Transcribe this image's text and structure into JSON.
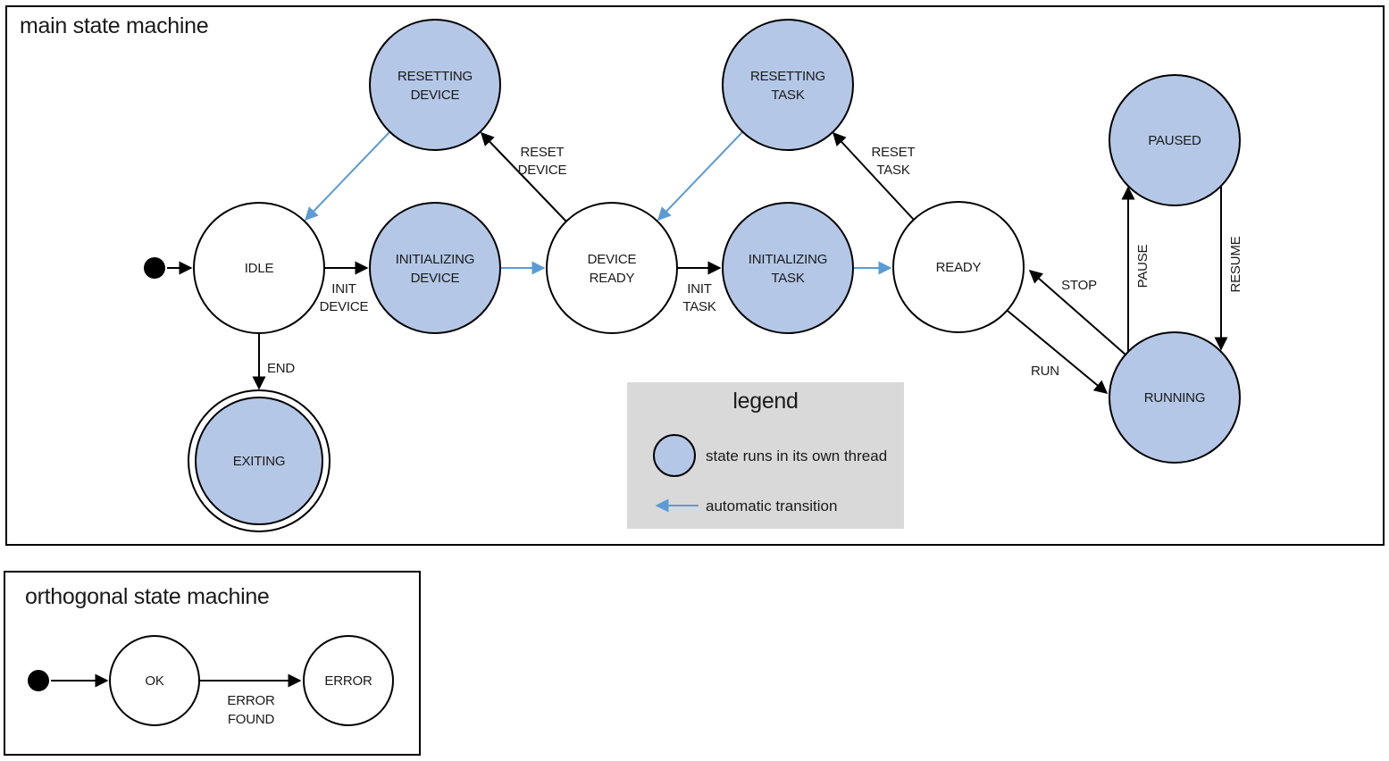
{
  "colors": {
    "thread_fill": "#b4c7e6",
    "auto_transition": "#5b9bd5",
    "legend_bg": "#d9d9d9",
    "state_stroke": "#000000",
    "panel_border": "#000000",
    "text": "#1a1a1a"
  },
  "main": {
    "title": "main state machine",
    "states": {
      "resetting_device": {
        "line1": "RESETTING",
        "line2": "DEVICE"
      },
      "resetting_task": {
        "line1": "RESETTING",
        "line2": "TASK"
      },
      "paused": {
        "label": "PAUSED"
      },
      "idle": {
        "label": "IDLE"
      },
      "initializing_device": {
        "line1": "INITIALIZING",
        "line2": "DEVICE"
      },
      "device_ready": {
        "line1": "DEVICE",
        "line2": "READY"
      },
      "initializing_task": {
        "line1": "INITIALIZING",
        "line2": "TASK"
      },
      "ready": {
        "label": "READY"
      },
      "running": {
        "label": "RUNNING"
      },
      "exiting": {
        "label": "EXITING"
      }
    },
    "transitions": {
      "init_device": {
        "line1": "INIT",
        "line2": "DEVICE"
      },
      "reset_device": {
        "line1": "RESET",
        "line2": "DEVICE"
      },
      "init_task": {
        "line1": "INIT",
        "line2": "TASK"
      },
      "reset_task": {
        "line1": "RESET",
        "line2": "TASK"
      },
      "end": {
        "label": "END"
      },
      "run": {
        "label": "RUN"
      },
      "stop": {
        "label": "STOP"
      },
      "pause": {
        "label": "PAUSE"
      },
      "resume": {
        "label": "RESUME"
      }
    }
  },
  "legend": {
    "title": "legend",
    "thread_label": "state runs in its own thread",
    "auto_label": "automatic transition"
  },
  "orthogonal": {
    "title": "orthogonal state machine",
    "states": {
      "ok": {
        "label": "OK"
      },
      "error": {
        "label": "ERROR"
      }
    },
    "transitions": {
      "error_found": {
        "line1": "ERROR",
        "line2": "FOUND"
      }
    }
  }
}
